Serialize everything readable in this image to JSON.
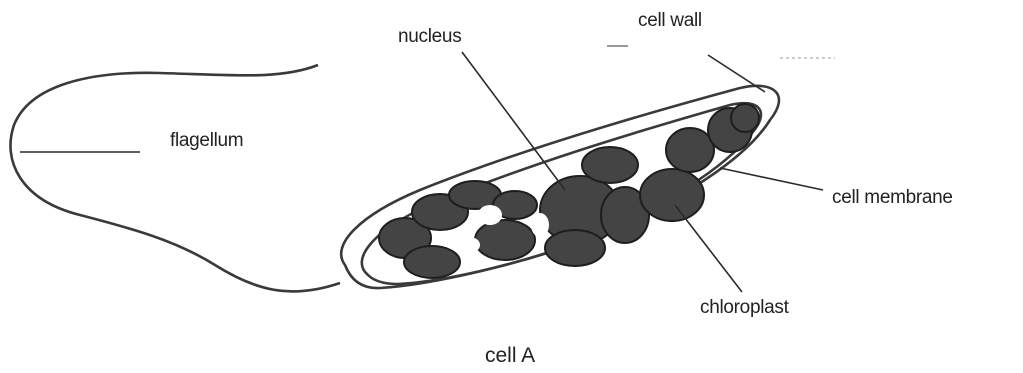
{
  "diagram": {
    "labels": {
      "nucleus": "nucleus",
      "cell_wall": "cell wall",
      "flagellum": "flagellum",
      "cell_membrane": "cell membrane",
      "chloroplast": "chloroplast"
    },
    "caption": "cell A"
  },
  "colors": {
    "ink": "#222222",
    "chloroplast_fill": "#444444",
    "background": "#ffffff"
  }
}
